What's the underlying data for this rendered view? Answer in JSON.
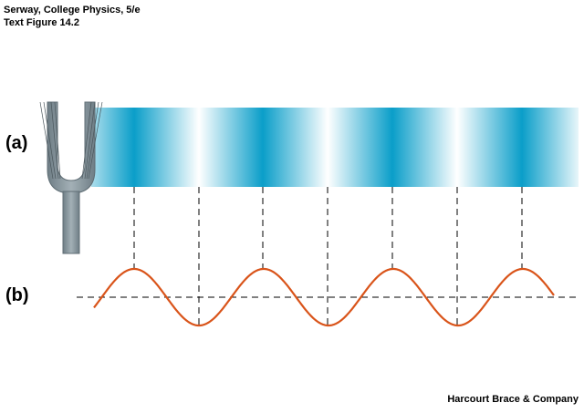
{
  "header": {
    "line1": "Serway, College Physics, 5/e",
    "line2": "Text Figure 14.2"
  },
  "labels": {
    "part_a": "(a)",
    "part_b": "(b)"
  },
  "footer": {
    "publisher": "Harcourt Brace & Company"
  },
  "colors": {
    "compression": "#0a9ec9",
    "rarefaction": "#ffffff",
    "wave": "#d9541a",
    "fork": "#7f8e95"
  }
}
